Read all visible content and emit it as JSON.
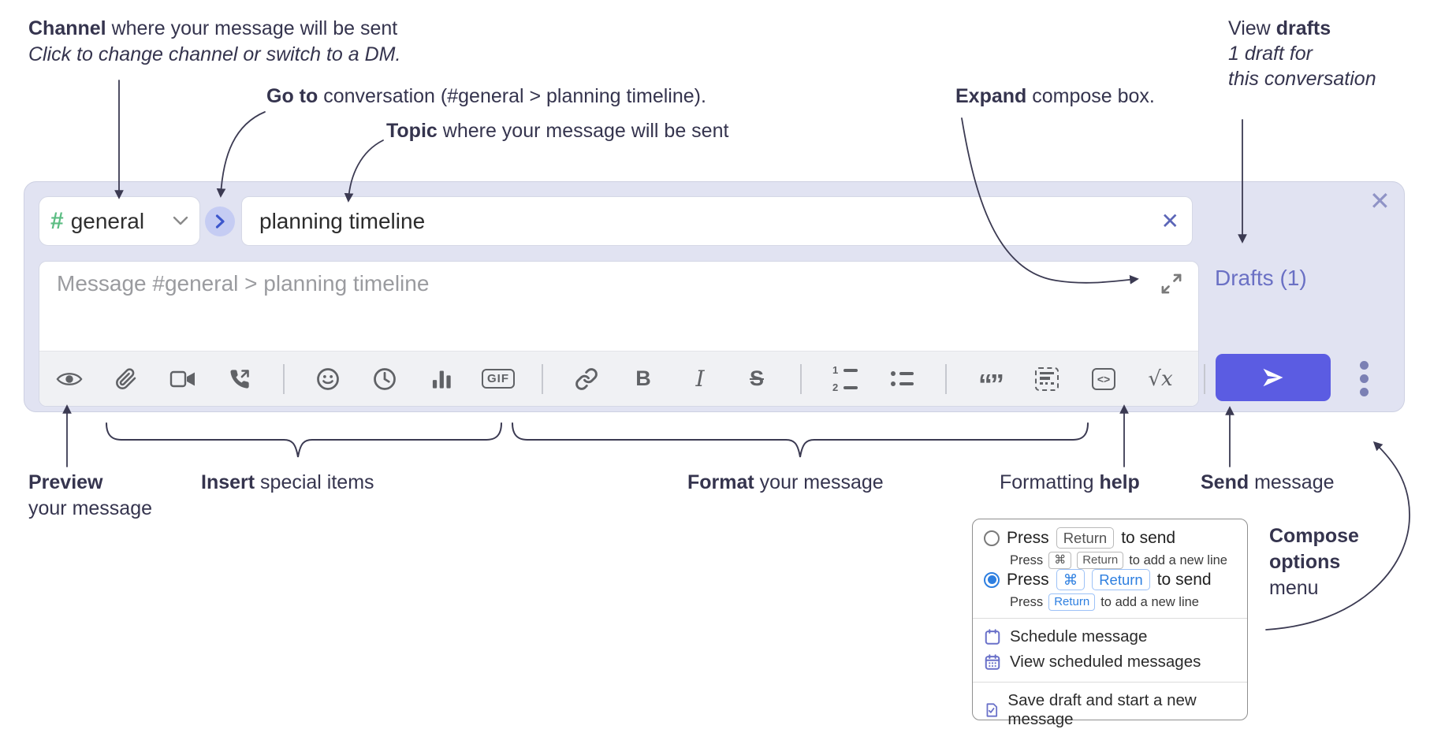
{
  "annotations": {
    "channel": {
      "bold": "Channel",
      "rest": " where your message will be sent",
      "sub": "Click to change channel or switch to a DM."
    },
    "goto": {
      "bold": "Go to",
      "rest": " conversation (#general > planning timeline)."
    },
    "topic": {
      "bold": "Topic",
      "rest": " where your message will be sent"
    },
    "expand": {
      "bold": "Expand",
      "rest": " compose box."
    },
    "view_drafts": {
      "pre": "View ",
      "bold": "drafts",
      "line2": "1 draft for",
      "line3": "this conversation"
    },
    "preview": {
      "bold": "Preview",
      "line2": "your message"
    },
    "insert": {
      "bold": "Insert",
      "rest": " special items"
    },
    "format": {
      "bold": "Format",
      "rest": " your message"
    },
    "formatting_help": {
      "pre": "Formatting ",
      "bold": "help"
    },
    "send": {
      "bold": "Send",
      "rest": " message"
    },
    "compose_options": {
      "line1": "Compose",
      "line2": "options",
      "line3": "menu"
    }
  },
  "compose": {
    "channel_hash": "#",
    "channel_name": "general",
    "topic_value": "planning timeline",
    "clear_x": "✕",
    "close_x": "✕",
    "message_placeholder": "Message #general > planning timeline",
    "drafts_link": "Drafts (1)"
  },
  "toolbar": {
    "gif_label": "GIF",
    "bold_label": "B",
    "italic_label": "I",
    "strike_label": "S",
    "ol_num1": "1",
    "ol_num2": "2",
    "quote_label": "“”",
    "code_label": "<>",
    "math_label": "√x",
    "help_label": "?"
  },
  "popup": {
    "option1": {
      "press": "Press",
      "kbd": "Return",
      "suffix": "to send",
      "sub_press": "Press",
      "sub_kbd1": "⌘",
      "sub_kbd2": "Return",
      "sub_suffix": "to add a new line"
    },
    "option2": {
      "press": "Press",
      "kbd1": "⌘",
      "kbd2": "Return",
      "suffix": "to send",
      "sub_press": "Press",
      "sub_kbd": "Return",
      "sub_suffix": "to add a new line"
    },
    "items": [
      "Schedule message",
      "View scheduled messages",
      "Save draft and start a new message"
    ]
  },
  "colors": {
    "accent_send": "#5b5ce2",
    "drafts_link": "#6a70c4",
    "hash_green": "#5cbd83",
    "kbd_blue": "#2e7fe0",
    "icon_gray": "#606266",
    "annotation_ink": "#35344e"
  }
}
